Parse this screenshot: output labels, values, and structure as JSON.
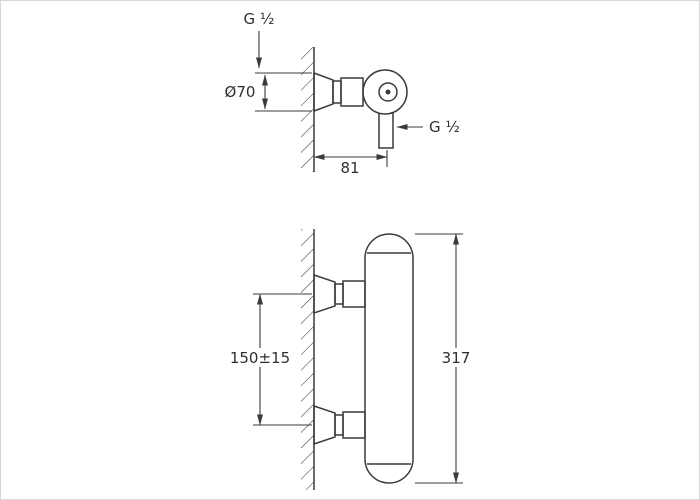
{
  "colors": {
    "line": "#3b3b3b",
    "text": "#2f2f2f",
    "background": "#ffffff"
  },
  "side_view": {
    "inlet_thread_label": "G ½",
    "escutcheon_diameter": "Ø70",
    "outlet_thread_label": "G ½",
    "wall_to_outlet": "81"
  },
  "front_view": {
    "connection_spacing": "150±15",
    "body_length": "317"
  }
}
